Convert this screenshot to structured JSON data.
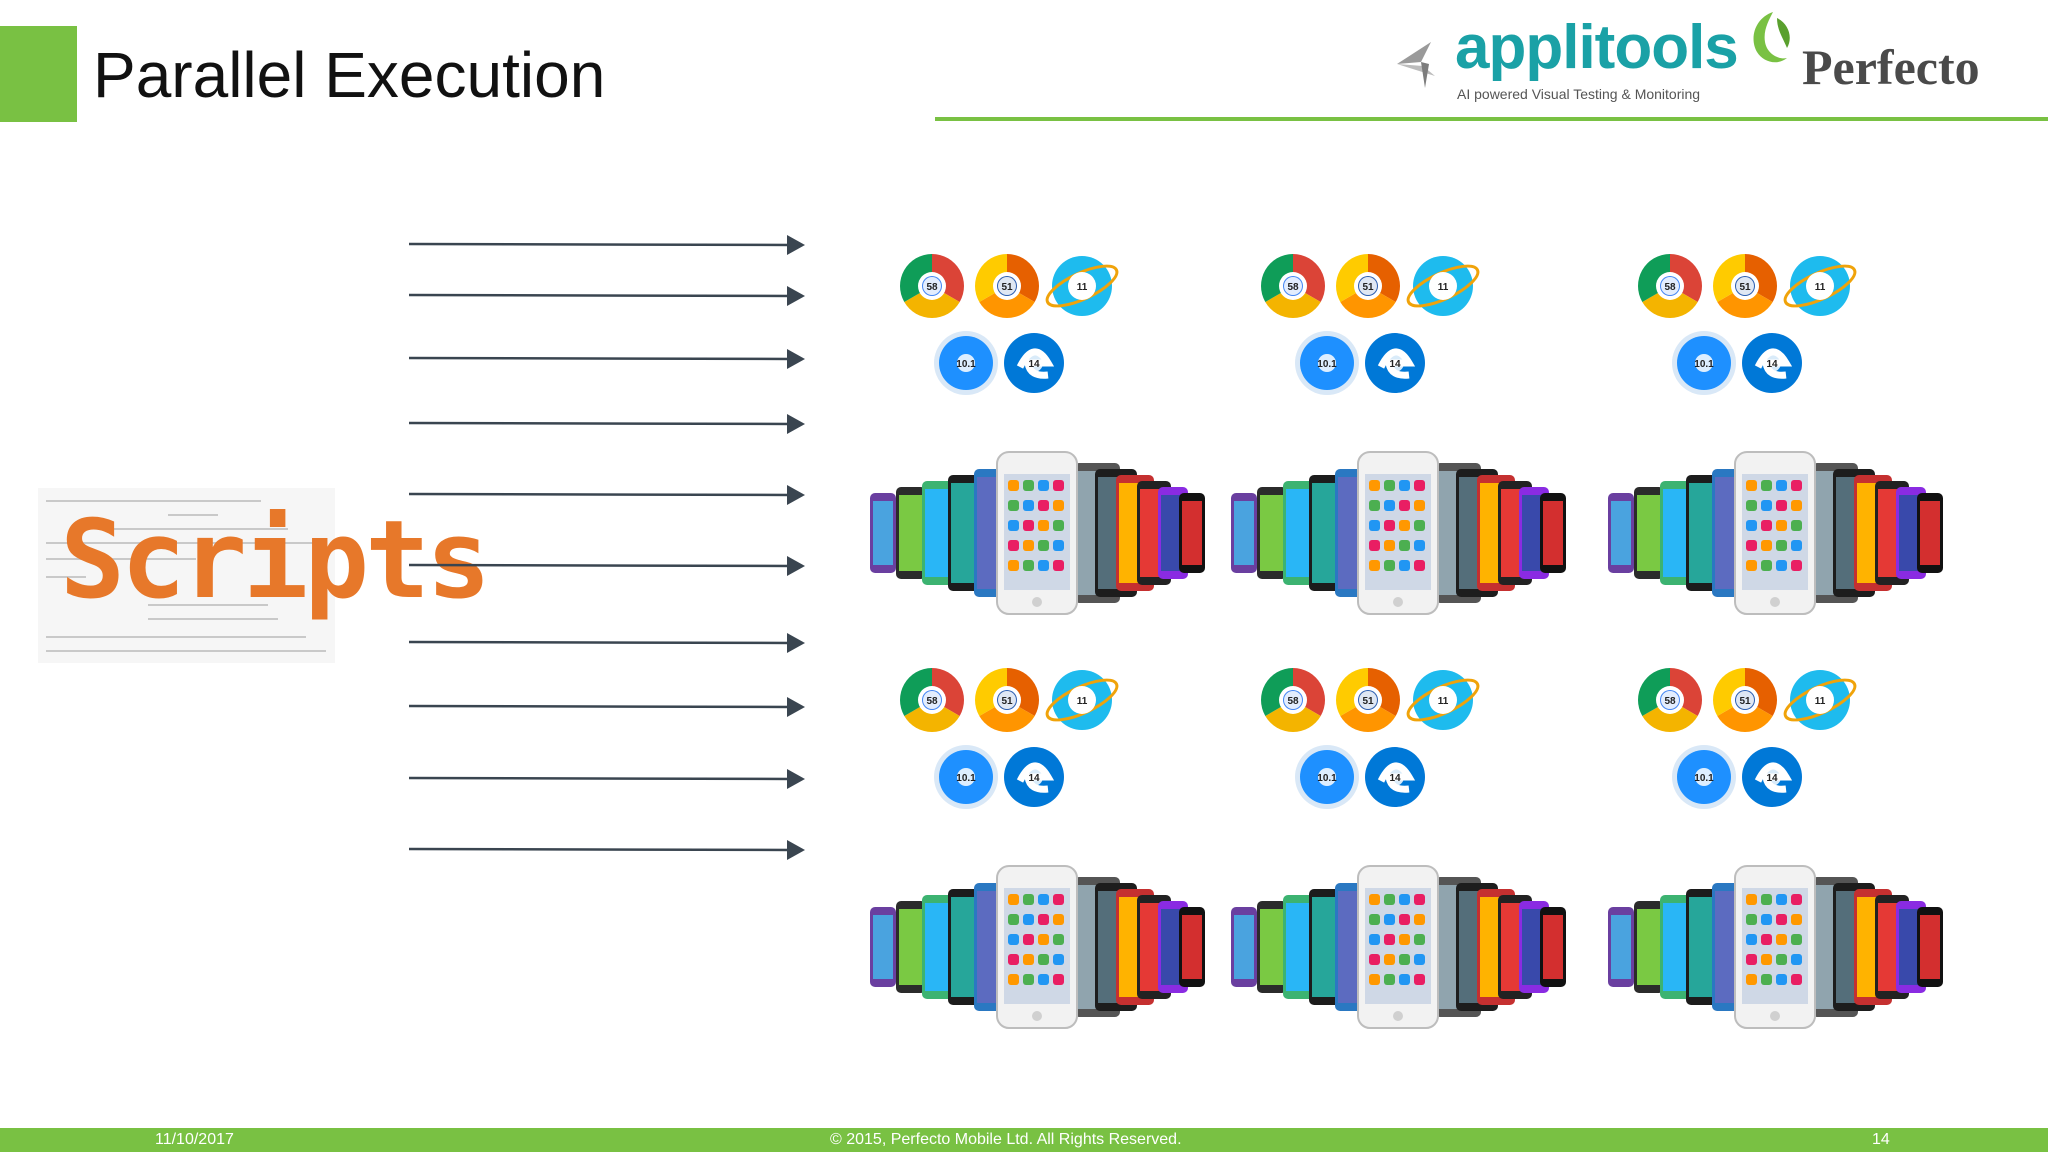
{
  "slide": {
    "title": "Parallel Execution"
  },
  "logos": {
    "applitools": "applitools",
    "applitools_tagline": "AI powered Visual Testing & Monitoring",
    "perfecto": "Perfecto"
  },
  "scripts_image": {
    "label": "Scripts"
  },
  "browser_icons": [
    {
      "name": "chrome-icon",
      "number": "58"
    },
    {
      "name": "firefox-icon",
      "number": "51"
    },
    {
      "name": "internet-explorer-icon",
      "number": "11"
    },
    {
      "name": "safari-icon",
      "number": "10.1"
    },
    {
      "name": "edge-icon",
      "number": "14"
    }
  ],
  "grid": {
    "rows": 2,
    "columns": 3
  },
  "footer": {
    "date": "11/10/2017",
    "copyright": "© 2015, Perfecto Mobile Ltd.  All Rights Reserved.",
    "page_number": "14"
  },
  "colors": {
    "accent_green": "#79c143",
    "applitools_teal": "#1aa1a6",
    "scripts_orange": "#e7782a",
    "arrow": "#3a4550"
  }
}
